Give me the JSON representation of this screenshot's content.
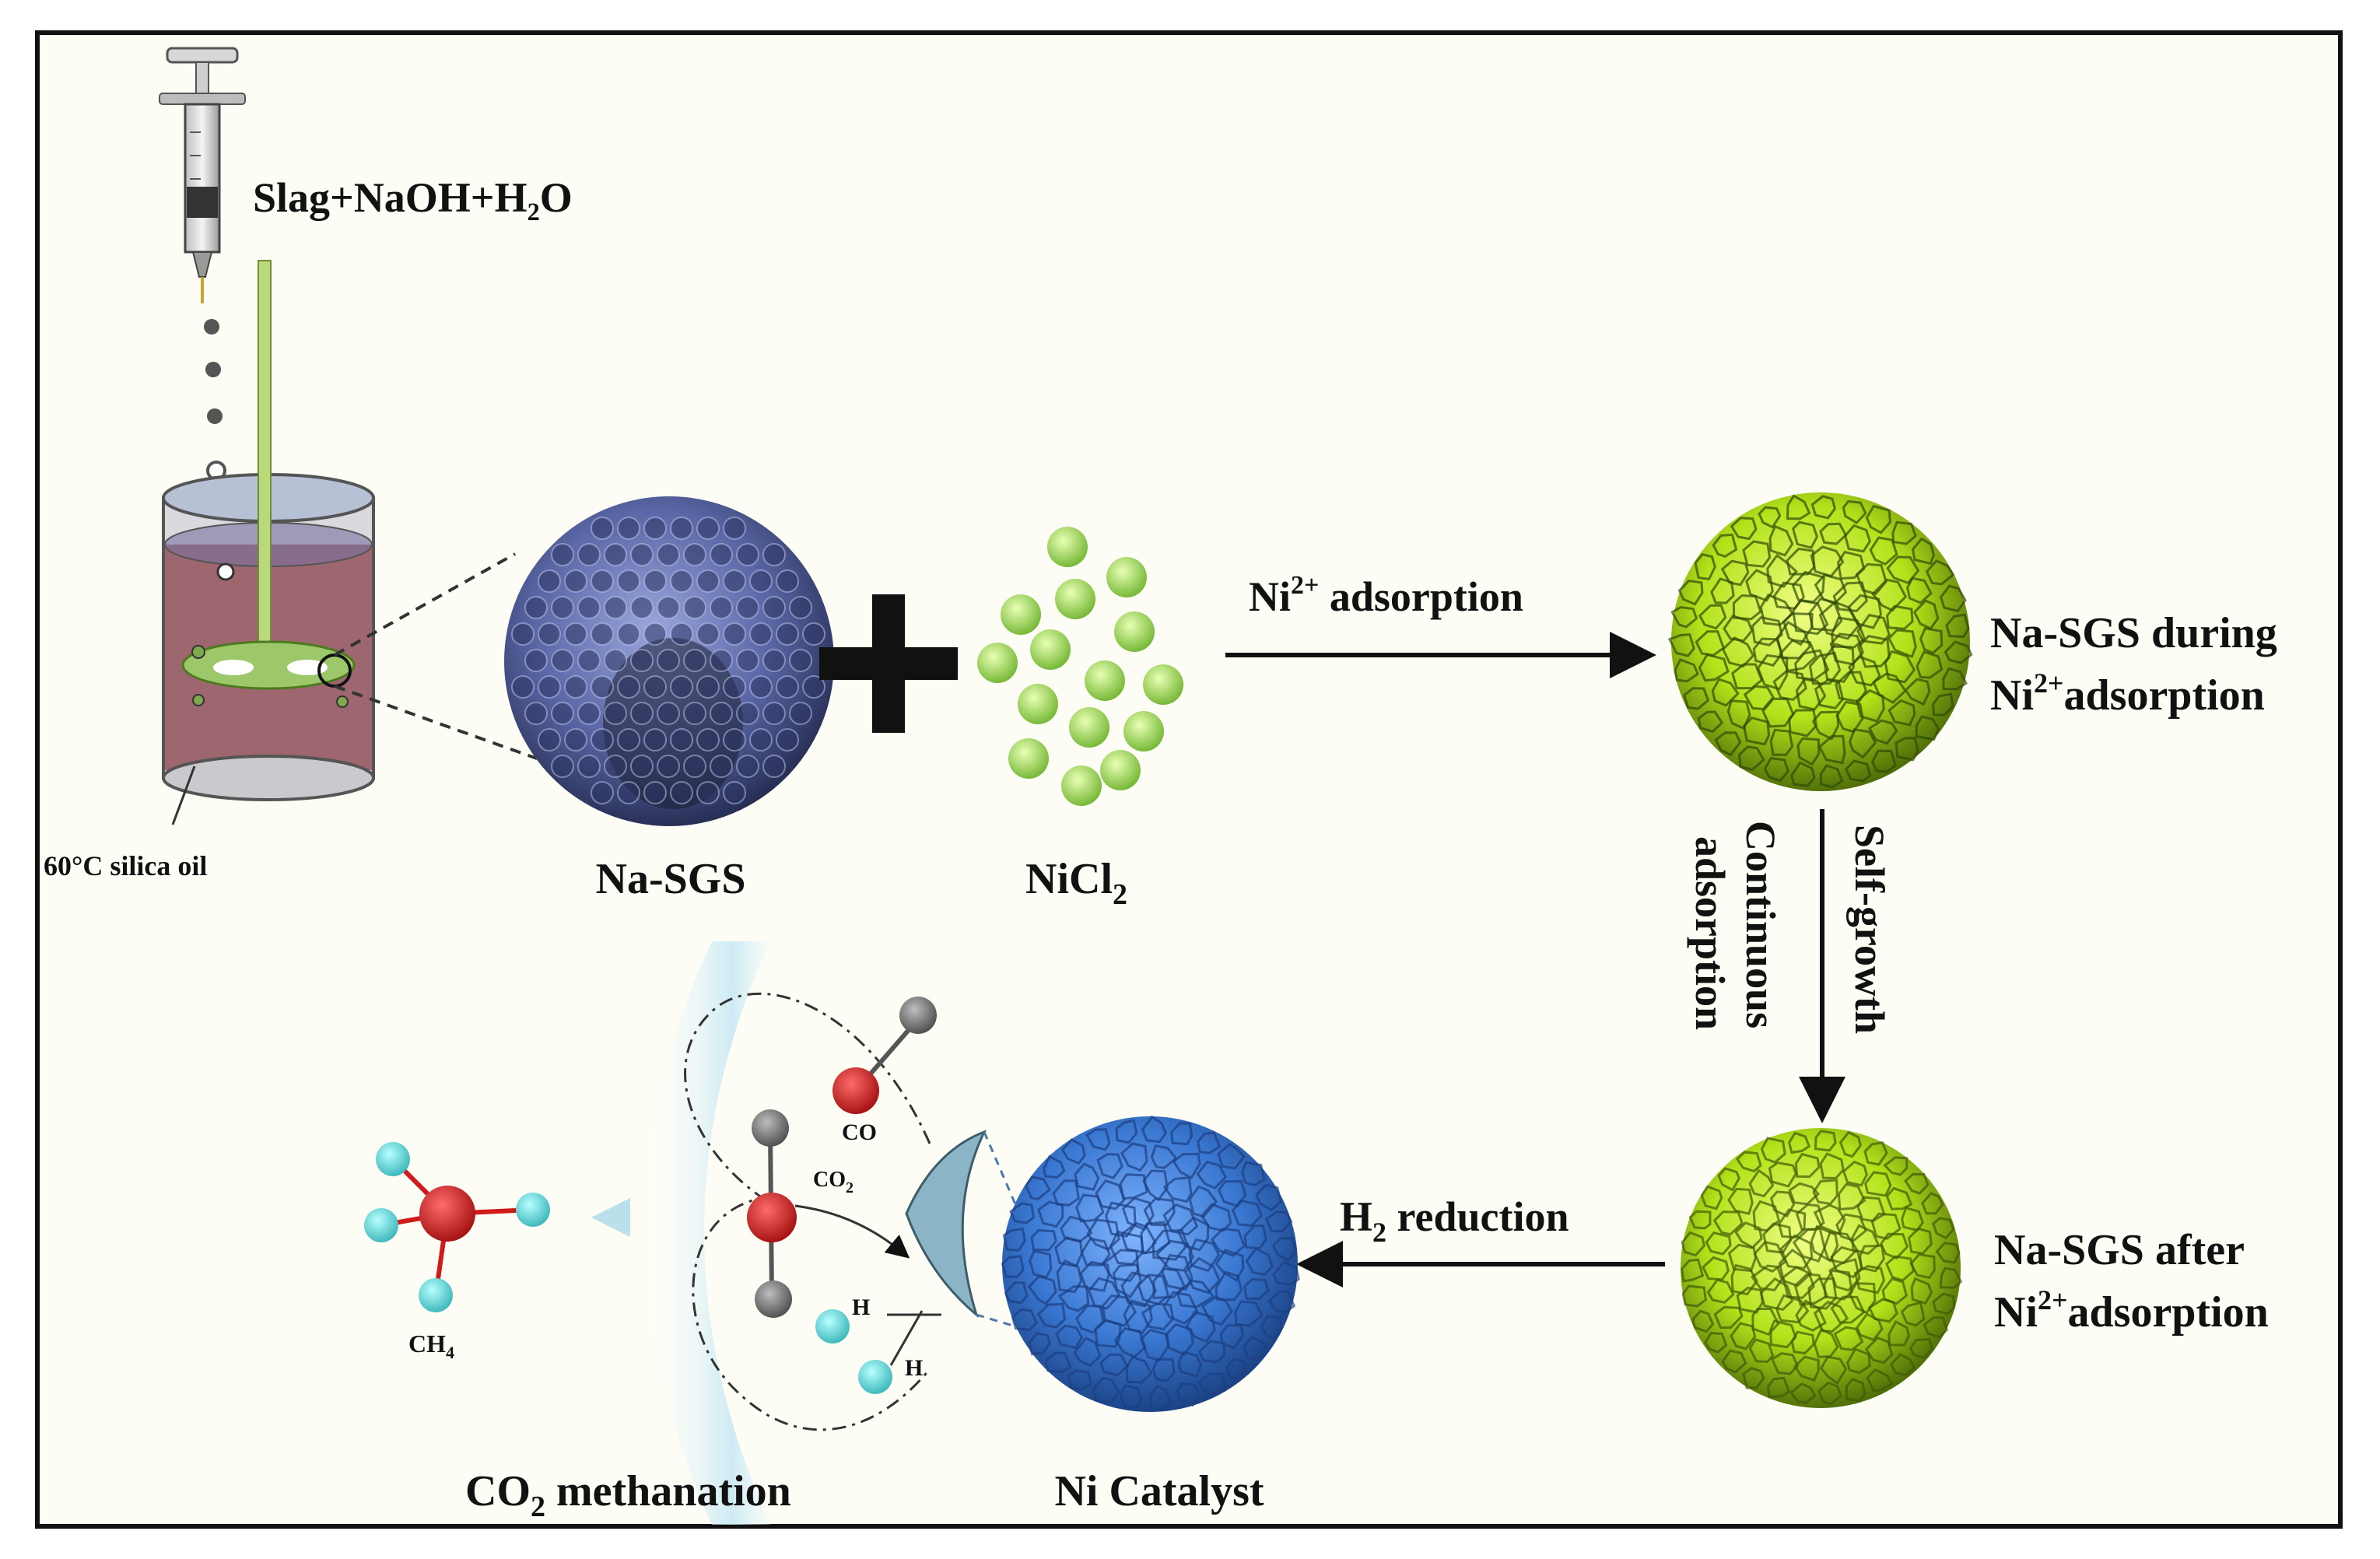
{
  "labels": {
    "feed": "Slag+NaOH+H₂O",
    "oil": "60°C silica oil",
    "na_sgs": "Na-SGS",
    "nicl2_main": "NiCl",
    "nicl2_sub": "2",
    "ni_ads_ion": "Ni",
    "ni_ads_sup": "2+",
    "ni_ads_rest": " adsorption",
    "during_line1": "Na-SGS during",
    "during_line2_ion": "Ni",
    "during_line2_sup": "2+",
    "during_line2_rest": "adsorption",
    "self_growth": "Self-growth",
    "continuous_line1": "Continuous",
    "continuous_line2": "adsorption",
    "after_line1": "Na-SGS after",
    "after_line2_ion": "Ni",
    "after_line2_sup": "2+",
    "after_line2_rest": "adsorption",
    "h2_main": "H",
    "h2_sub": "2",
    "h2_rest": " reduction",
    "catalyst": "Ni  Catalyst",
    "meth_main": "CO",
    "meth_sub": "2",
    "meth_rest": " methanation",
    "ch4_main": "CH",
    "ch4_sub": "4",
    "co": "CO",
    "co2_main": "CO",
    "co2_sub": "2",
    "h_top": "H",
    "h_bot": "H"
  },
  "colors": {
    "ink": "#111111",
    "na_sgs_blue": "#6a78b8",
    "nicl2_green": "#9ed64a",
    "bead_yellow_green": "#b6e81e",
    "catalyst_blue": "#3f7fd6",
    "oxygen_red": "#d11b1b",
    "carbon_gray": "#6b6b6b",
    "hydrogen_cyan": "#5fd6d8",
    "beaker_maroon": "#8a3f4a"
  }
}
